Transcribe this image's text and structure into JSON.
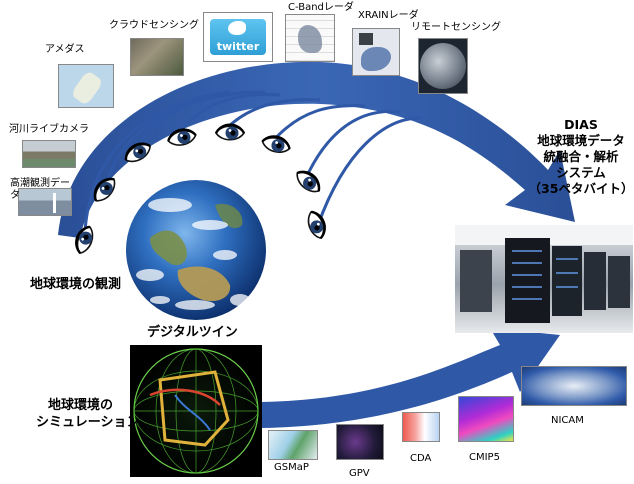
{
  "sources": {
    "crowdsensing": "クラウドセンシング",
    "twitter": "twitter",
    "cband": "C-Bandレーダ",
    "xrain": "XRAINレーダ",
    "remote": "リモートセンシング",
    "amedas": "アメダス",
    "river_camera": "河川ライブカメラ",
    "tide": "高潮観測データ"
  },
  "labels": {
    "observation": "地球環境の観測",
    "digital_twin": "デジタルツイン",
    "simulation_line1": "地球環境の",
    "simulation_line2": "シミュレーション"
  },
  "dias": {
    "line1": "DIAS",
    "line2": "地球環境データ",
    "line3": "統融合・解析",
    "line4": "システム",
    "line5": "（35ペタバイト）"
  },
  "models": {
    "gsmap": "GSMaP",
    "gpv": "GPV",
    "cda": "CDA",
    "cmip5": "CMIP5",
    "nicam": "NICAM"
  },
  "colors": {
    "arrow": "#2f58a6",
    "arrow_light": "#4f80c9",
    "eye_iris": "#23406f"
  }
}
